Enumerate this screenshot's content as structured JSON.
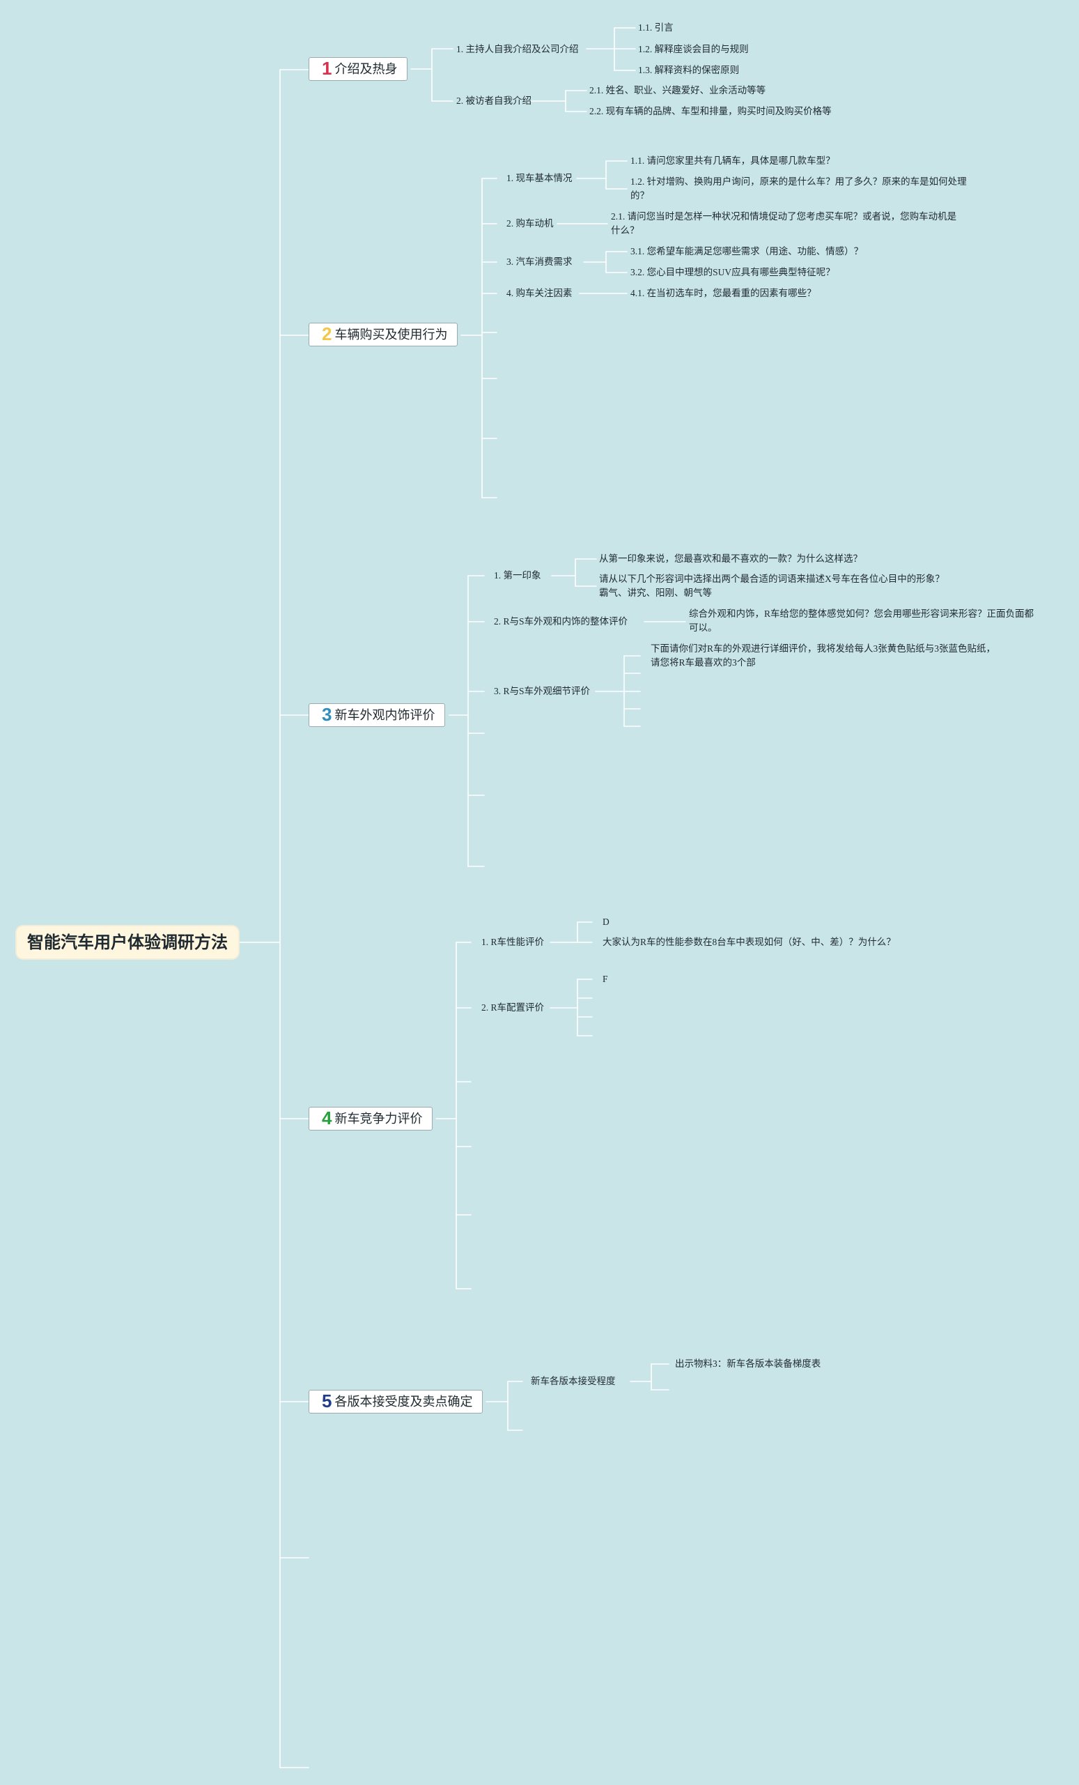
{
  "title": "智能汽车用户体验调研方法",
  "colors": {
    "background": "#c9e5e7",
    "line": "#ffffff",
    "root_bg": "#fff6df",
    "n1": "#d9304f",
    "n2": "#f3c84a",
    "n3": "#2f8fba",
    "n4": "#27a03d",
    "n5": "#1f3d8c"
  },
  "sections": [
    {
      "num": "1",
      "title": "介绍及热身",
      "items": [
        {
          "label": "1. 主持人自我介绍及公司介绍",
          "subs": [
            "1.1. 引言",
            "1.2. 解释座谈会目的与规则",
            "1.3. 解释资料的保密原则"
          ]
        },
        {
          "label": "2. 被访者自我介绍",
          "subs": [
            "2.1. 姓名、职业、兴趣爱好、业余活动等等",
            "2.2. 现有车辆的品牌、车型和排量，购买时间及购买价格等"
          ]
        }
      ]
    },
    {
      "num": "2",
      "title": "车辆购买及使用行为",
      "items": [
        {
          "label": "1. 现车基本情况",
          "subs": [
            "1.1. 请问您家里共有几辆车，具体是哪几款车型？",
            "1.2. 针对增购、换购用户询问，原来的是什么车？用了多久？原来的车是如何处理的？"
          ]
        },
        {
          "label": "2. 购车动机",
          "subs": [
            "2.1. 请问您当时是怎样一种状况和情境促动了您考虑买车呢？或者说，您购车动机是什么？"
          ]
        },
        {
          "label": "3. 汽车消费需求",
          "subs": [
            "3.1. 您希望车能满足您哪些需求（用途、功能、情感）？",
            "3.2. 您心目中理想的SUV应具有哪些典型特征呢？"
          ]
        },
        {
          "label": "4. 购车关注因素",
          "subs": [
            "4.1. 在当初选车时，您最看重的因素有哪些？"
          ]
        }
      ]
    },
    {
      "num": "3",
      "title": "新车外观内饰评价",
      "items": [
        {
          "label": "1. 第一印象",
          "subs": [
            "从第一印象来说，您最喜欢和最不喜欢的一款？为什么这样选？",
            "请从以下几个形容词中选择出两个最合适的词语来描述X号车在各位心目中的形象？霸气、讲究、阳刚、朝气等"
          ]
        },
        {
          "label": "2. R与S车外观和内饰的整体评价",
          "subs": [
            "综合外观和内饰，R车给您的整体感觉如何？您会用哪些形容词来形容？正面负面都可以。"
          ]
        },
        {
          "label": "3. R与S车外观细节评价",
          "subs": [
            "下面请你们对R车的外观进行详细评价，我将发给每人3张黄色贴纸与3张蓝色贴纸，请您将R车最喜欢的3个部"
          ]
        }
      ]
    },
    {
      "num": "4",
      "title": "新车竞争力评价",
      "items": [
        {
          "label": "1. R车性能评价",
          "subs": [
            "D",
            "大家认为R车的性能参数在8台车中表现如何（好、中、差）？为什么？"
          ]
        },
        {
          "label": "2. R车配置评价",
          "subs": [
            "F"
          ]
        }
      ]
    },
    {
      "num": "5",
      "title": "各版本接受度及卖点确定",
      "items": [
        {
          "label": "新车各版本接受程度",
          "subs": [
            "出示物料3：新车各版本装备梯度表"
          ]
        }
      ]
    }
  ]
}
